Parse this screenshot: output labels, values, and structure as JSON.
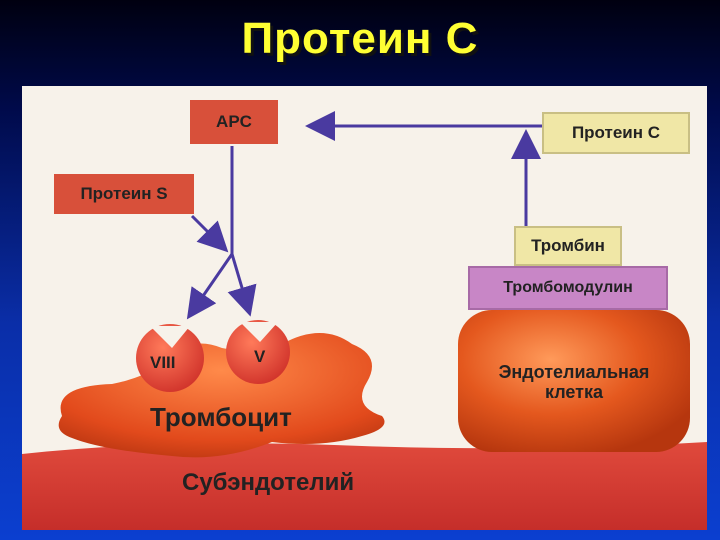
{
  "title": "Протеин С",
  "labels": {
    "apc": "APC",
    "protein_s": "Протеин S",
    "protein_c": "Протеин C",
    "thrombin": "Тромбин",
    "thrombomodulin": "Тромбомодулин",
    "endothelial_line1": "Эндотелиальная",
    "endothelial_line2": "клетка",
    "factor_viii": "VIII",
    "factor_v": "V",
    "platelet": "Тромбоцит",
    "subendothelium": "Субэндотелий"
  },
  "colors": {
    "title": "#ffff33",
    "arrow": "#4a3aa0",
    "box_red": "#d8503a",
    "box_yellow": "#f0e7a6",
    "box_purple": "#c886c6",
    "cell_orange": "#e4581e",
    "platelet": "#e24a1c"
  }
}
